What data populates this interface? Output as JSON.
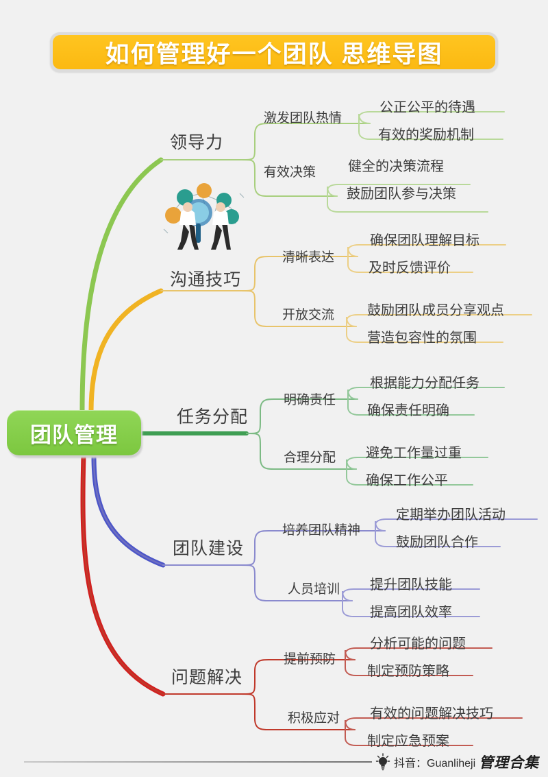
{
  "title": "如何管理好一个团队  思维导图",
  "root": {
    "label": "团队管理"
  },
  "colors": {
    "background": "#f1f1f1",
    "title_banner": "#fbb912",
    "root_node": "#7cc73f",
    "branch_leadership": "#8cc751",
    "branch_communication": "#f0b323",
    "branch_task": "#3f9e53",
    "branch_teambuilding": "#6f6fc0",
    "branch_problem": "#c0392b",
    "text": "#3d3d3d"
  },
  "branches": [
    {
      "label": "领导力",
      "color": "#8cc751",
      "children": [
        {
          "label": "激发团队热情",
          "leaves": [
            "公正公平的待遇",
            "有效的奖励机制"
          ]
        },
        {
          "label": "有效决策",
          "leaves": [
            "健全的决策流程",
            "鼓励团队参与决策"
          ]
        }
      ]
    },
    {
      "label": "沟通技巧",
      "color": "#f0b323",
      "children": [
        {
          "label": "清晰表达",
          "leaves": [
            "确保团队理解目标",
            "及时反馈评价"
          ]
        },
        {
          "label": "开放交流",
          "leaves": [
            "鼓励团队成员分享观点",
            "营造包容性的氛围"
          ]
        }
      ]
    },
    {
      "label": "任务分配",
      "color": "#3f9e53",
      "children": [
        {
          "label": "明确责任",
          "leaves": [
            "根据能力分配任务",
            "确保责任明确"
          ]
        },
        {
          "label": "合理分配",
          "leaves": [
            "避免工作量过重",
            "确保工作公平"
          ]
        }
      ]
    },
    {
      "label": "团队建设",
      "color": "#6f6fc0",
      "children": [
        {
          "label": "培养团队精神",
          "leaves": [
            "定期举办团队活动",
            "鼓励团队合作"
          ]
        },
        {
          "label": "人员培训",
          "leaves": [
            "提升团队技能",
            "提高团队效率"
          ]
        }
      ]
    },
    {
      "label": "问题解决",
      "color": "#c0392b",
      "children": [
        {
          "label": "提前预防",
          "leaves": [
            "分析可能的问题",
            "制定预防策略"
          ]
        },
        {
          "label": "积极应对",
          "leaves": [
            "有效的问题解决技巧",
            "制定应急预案"
          ]
        }
      ]
    }
  ],
  "footer": {
    "handle": "抖音：Guanliheji",
    "brand": "管理合集"
  }
}
